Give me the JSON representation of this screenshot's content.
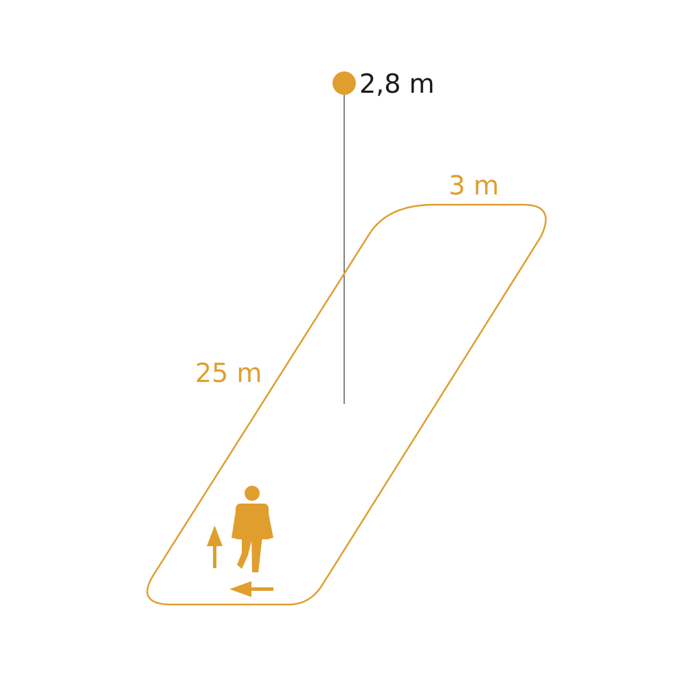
{
  "colors": {
    "accent": "#E09E2E",
    "text_dark": "#1a1a1a",
    "line_dark": "#333333",
    "background": "#ffffff"
  },
  "labels": {
    "mount_height": "2,8 m",
    "width": "3 m",
    "length": "25 m"
  },
  "icons": {
    "sensor": "sensor-dot-icon",
    "person": "walking-person-icon",
    "arrow_up": "arrow-up-icon",
    "arrow_left": "arrow-left-icon"
  }
}
